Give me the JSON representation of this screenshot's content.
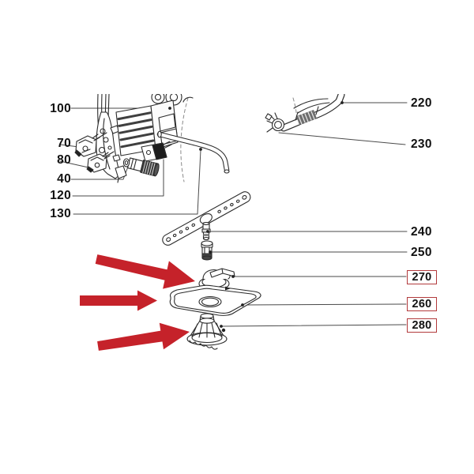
{
  "colors": {
    "background": "#ffffff",
    "line": "#2b2b2b",
    "leader": "#4a4a4a",
    "accent_red": "#c5222a",
    "label_box_red": "#b23a3c",
    "text": "#111111"
  },
  "labels": {
    "left": [
      {
        "text": "100"
      },
      {
        "text": "70"
      },
      {
        "text": "80"
      },
      {
        "text": "40"
      },
      {
        "text": "120"
      },
      {
        "text": "130"
      }
    ],
    "right": [
      {
        "text": "220",
        "boxed": false
      },
      {
        "text": "230",
        "boxed": false
      },
      {
        "text": "240",
        "boxed": false
      },
      {
        "text": "250",
        "boxed": false
      },
      {
        "text": "270",
        "boxed": true
      },
      {
        "text": "260",
        "boxed": true
      },
      {
        "text": "280",
        "boxed": true
      }
    ]
  }
}
